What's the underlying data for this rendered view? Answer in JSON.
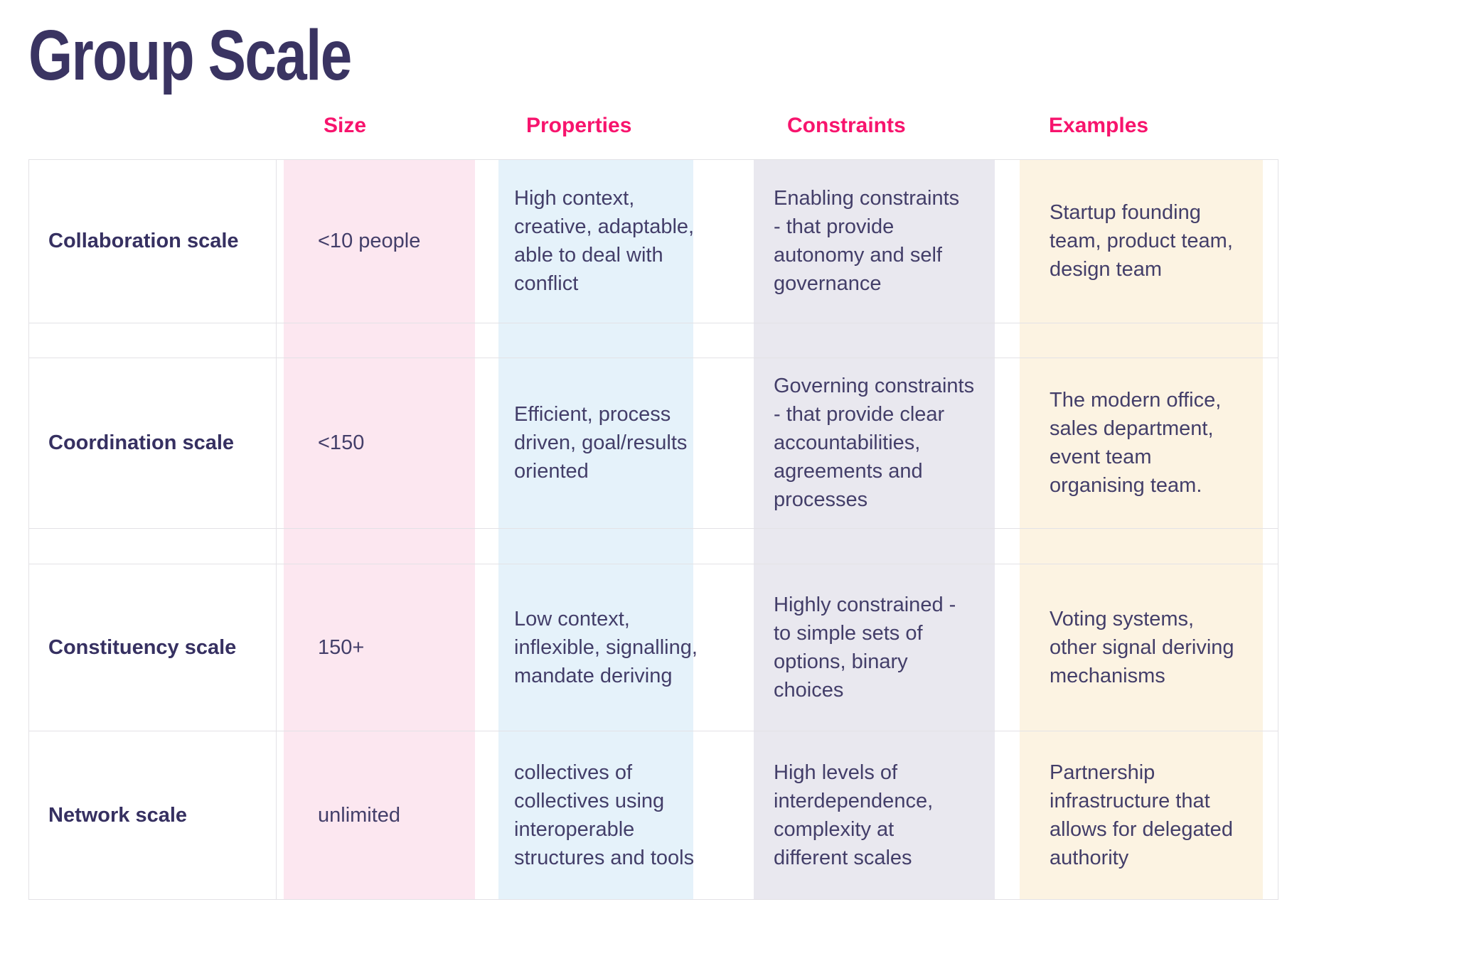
{
  "page": {
    "title": "Group Scale"
  },
  "colors": {
    "accent_pink": "#F7146D",
    "title_text": "#3A3462",
    "body_text": "#433E69",
    "band_size": "#FCE7F0",
    "band_properties": "#E5F2FA",
    "band_constraints": "#E9E8EF",
    "band_examples": "#FCF3E2",
    "border": "#E3E2E6"
  },
  "table": {
    "columns": [
      {
        "id": "size",
        "label": "Size"
      },
      {
        "id": "properties",
        "label": "Properties"
      },
      {
        "id": "constraints",
        "label": "Constraints"
      },
      {
        "id": "examples",
        "label": "Examples"
      }
    ],
    "rows": [
      {
        "label": "Collaboration scale",
        "size": "<10 people",
        "properties": "High context,\ncreative, adaptable,\nable to deal with\nconflict",
        "constraints": "Enabling constraints\n- that provide\nautonomy and self\ngovernance",
        "examples": "Startup founding\nteam, product team,\ndesign team"
      },
      {
        "label": "Coordination scale",
        "size": "<150",
        "properties": "Efficient, process\ndriven, goal/results\noriented",
        "constraints": "Governing constraints\n- that provide clear\naccountabilities,\nagreements and\nprocesses",
        "examples": "The modern office,\nsales department,\nevent team\norganising team."
      },
      {
        "label": "Constituency scale",
        "size": "150+",
        "properties": "Low context,\ninflexible, signalling,\nmandate deriving",
        "constraints": "Highly constrained -\nto simple sets of\noptions, binary\nchoices",
        "examples": "Voting systems,\nother signal deriving\nmechanisms"
      },
      {
        "label": "Network scale",
        "size": "unlimited",
        "properties": "collectives of\ncollectives using\ninteroperable\nstructures and tools",
        "constraints": "High levels of\ninterdependence,\ncomplexity at\ndifferent scales",
        "examples": "Partnership\ninfrastructure that\nallows for delegated\nauthority"
      }
    ]
  }
}
